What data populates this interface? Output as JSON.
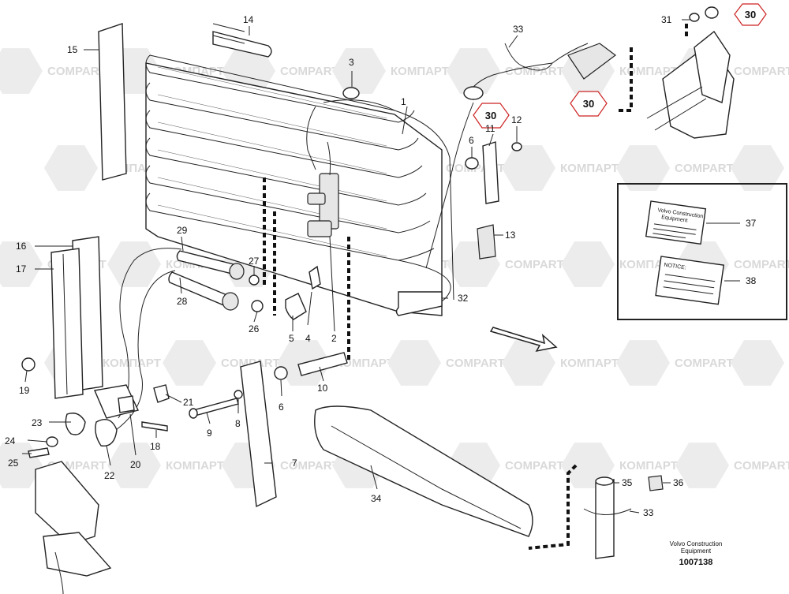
{
  "watermarks": [
    {
      "text": "COMPART"
    },
    {
      "text": "КОМПАРТ"
    },
    {
      "text": "COMPART"
    },
    {
      "text": "КОМПАРТ"
    },
    {
      "text": "COMPART"
    },
    {
      "text": "КОМПАРТ"
    },
    {
      "text": "COMPART"
    },
    {
      "text": "КОМПАРТ"
    },
    {
      "text": "COMPART"
    },
    {
      "text": "КОМПАРТ"
    },
    {
      "text": "COMPART"
    },
    {
      "text": "КОМПАРТ"
    },
    {
      "text": "COMPART"
    },
    {
      "text": "КОМПАРТ"
    },
    {
      "text": "COMPART"
    },
    {
      "text": "КОМПАРТ"
    },
    {
      "text": "COMPART"
    },
    {
      "text": "КОМПАРТ"
    },
    {
      "text": "COMPART"
    },
    {
      "text": "КОМПАРТ"
    },
    {
      "text": "COMPART"
    },
    {
      "text": "КОМПАРТ"
    },
    {
      "text": "COMPART"
    },
    {
      "text": "КОМПАРТ"
    },
    {
      "text": "COMPART"
    },
    {
      "text": "КОМПАРТ"
    },
    {
      "text": "COMPART"
    },
    {
      "text": "КОМПАРТ"
    },
    {
      "text": "COMPART"
    },
    {
      "text": "КОМПАРТ"
    },
    {
      "text": "COMPART"
    },
    {
      "text": "КОМПАРТ"
    },
    {
      "text": "COMPART"
    },
    {
      "text": "КОМПАРТ"
    },
    {
      "text": "COMPART"
    }
  ],
  "callouts": {
    "c1": "1",
    "c2": "2",
    "c3": "3",
    "c4": "4",
    "c5": "5",
    "c6a": "6",
    "c6b": "6",
    "c7": "7",
    "c8": "8",
    "c9": "9",
    "c10": "10",
    "c11": "11",
    "c12": "12",
    "c13": "13",
    "c14": "14",
    "c15": "15",
    "c16": "16",
    "c17": "17",
    "c18": "18",
    "c19": "19",
    "c20": "20",
    "c21": "21",
    "c22": "22",
    "c23": "23",
    "c24": "24",
    "c25": "25",
    "c26": "26",
    "c27": "27",
    "c28": "28",
    "c29": "29",
    "c31": "31",
    "c32": "32",
    "c33a": "33",
    "c33b": "33",
    "c34": "34",
    "c35": "35",
    "c36": "36",
    "c37": "37",
    "c38": "38"
  },
  "hex_callouts": {
    "h1": "30",
    "h2": "30",
    "h3": "30"
  },
  "decal_37": {
    "line1": "Volvo Construction",
    "line2": "Equipment"
  },
  "decal_38": {
    "line1": "NOTICE:"
  },
  "footer": {
    "line1": "Volvo Construction",
    "line2": "Equipment",
    "number": "1007138"
  },
  "colors": {
    "hex_outline": "#cc2222",
    "ink": "#222222",
    "watermark": "#d9d9d9"
  }
}
